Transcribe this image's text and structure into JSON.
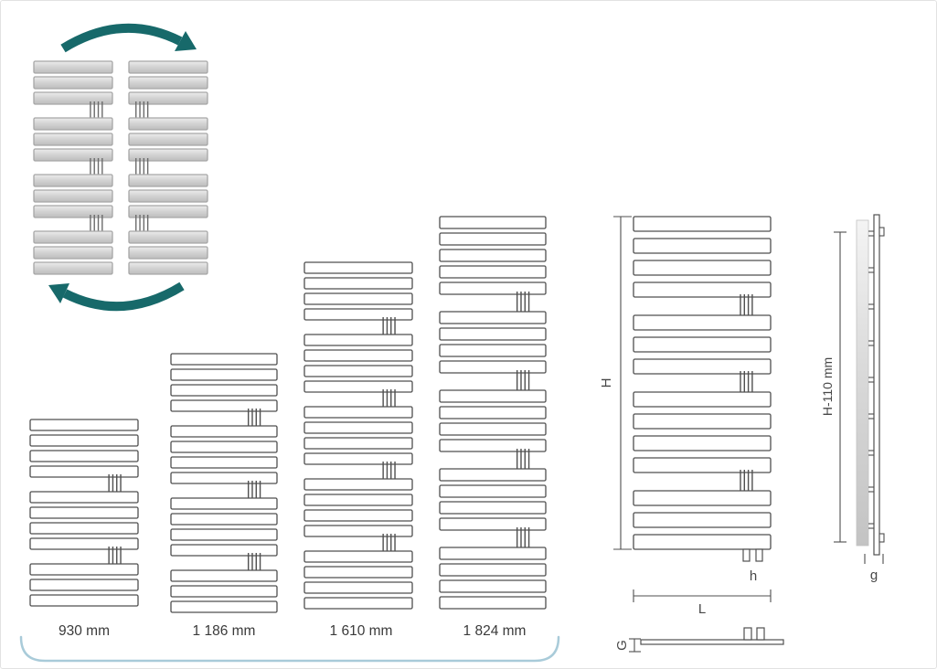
{
  "radiators": [
    {
      "label": "930 mm"
    },
    {
      "label": "1 186 mm"
    },
    {
      "label": "1 610 mm"
    },
    {
      "label": "1 824 mm"
    }
  ],
  "dimensions": {
    "H": "H",
    "h": "h",
    "L": "L",
    "side_height": "H-110 mm",
    "g": "g",
    "G": "G"
  },
  "colors": {
    "accent_teal": "#17696a",
    "line_gray": "#4f4f4f",
    "bracket_blue": "#a9cbd9"
  },
  "drawing": {
    "rotation_stacks": {
      "bar_groups": [
        3,
        3,
        3,
        3
      ]
    },
    "front_view_groups": [
      4,
      3,
      4,
      3
    ],
    "size_variants_groups": [
      [
        4,
        4,
        3
      ],
      [
        4,
        4,
        4,
        3
      ],
      [
        4,
        4,
        4,
        4,
        4
      ],
      [
        5,
        4,
        4,
        4,
        4
      ]
    ]
  }
}
